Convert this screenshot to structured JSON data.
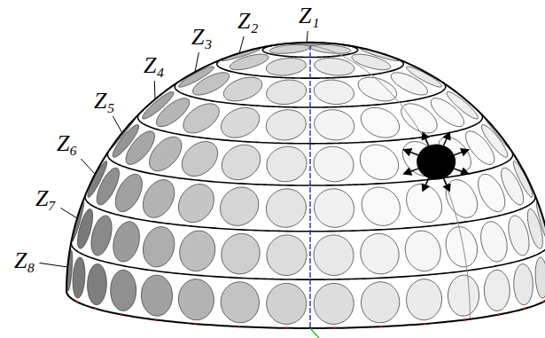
{
  "diagram": {
    "labels": [
      "Z₁",
      "Z₂",
      "Z₃",
      "Z₄",
      "Z₅",
      "Z₆",
      "Z₇",
      "Z₈"
    ]
  }
}
